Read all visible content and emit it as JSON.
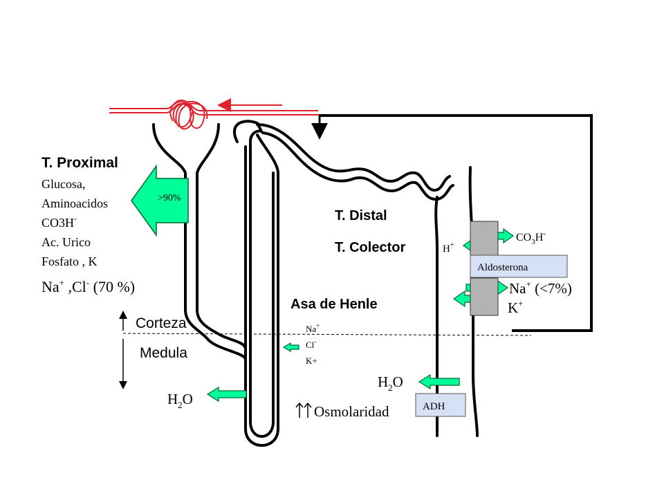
{
  "labels": {
    "t_proximal": "T. Proximal",
    "t_distal": "T. Distal",
    "t_colector": "T. Colector",
    "asa_henle": "Asa de Henle",
    "corteza": "Corteza",
    "medula": "Medula"
  },
  "proximal_list": {
    "glucosa": "Glucosa,",
    "aminoacidos": "Aminoacidos",
    "co3h": "CO3H",
    "co3h_sup": "-",
    "ac_urico": "Ac. Urico",
    "fosfato": "Fosfato , K"
  },
  "proximal_na": {
    "na": "Na",
    "na_sup": "+",
    "cl": " ,Cl",
    "cl_sup": "-",
    "pct": " (70 %)"
  },
  "big_arrow_label": ">90%",
  "henle_ions": {
    "na": "Na",
    "na_sup": "+",
    "cl": "Cl",
    "cl_sup": "-",
    "k": "K+"
  },
  "h2o_left": {
    "h": "H",
    "sub": "2",
    "o": "O"
  },
  "h2o_right": {
    "h": "H",
    "sub": "2",
    "o": "O"
  },
  "osmolaridad": "Osmolaridad",
  "distal_ions": {
    "co3h": "CO",
    "co3h_sub": "3",
    "co3h_h": "H",
    "co3h_sup": "-",
    "h": "H",
    "h_sup": "+",
    "na": "Na",
    "na_sup": "+",
    "na_pct": " (<7%)",
    "k": "K",
    "k_sup": "+"
  },
  "boxes": {
    "aldosterona": "Aldosterona",
    "adh": "ADH"
  },
  "colors": {
    "arrow_fill": "#00ff99",
    "arrow_stroke": "#006633",
    "box_fill": "#d6e1f5",
    "cell_fill": "#b3b3b3",
    "vessel": "#e0202a"
  }
}
